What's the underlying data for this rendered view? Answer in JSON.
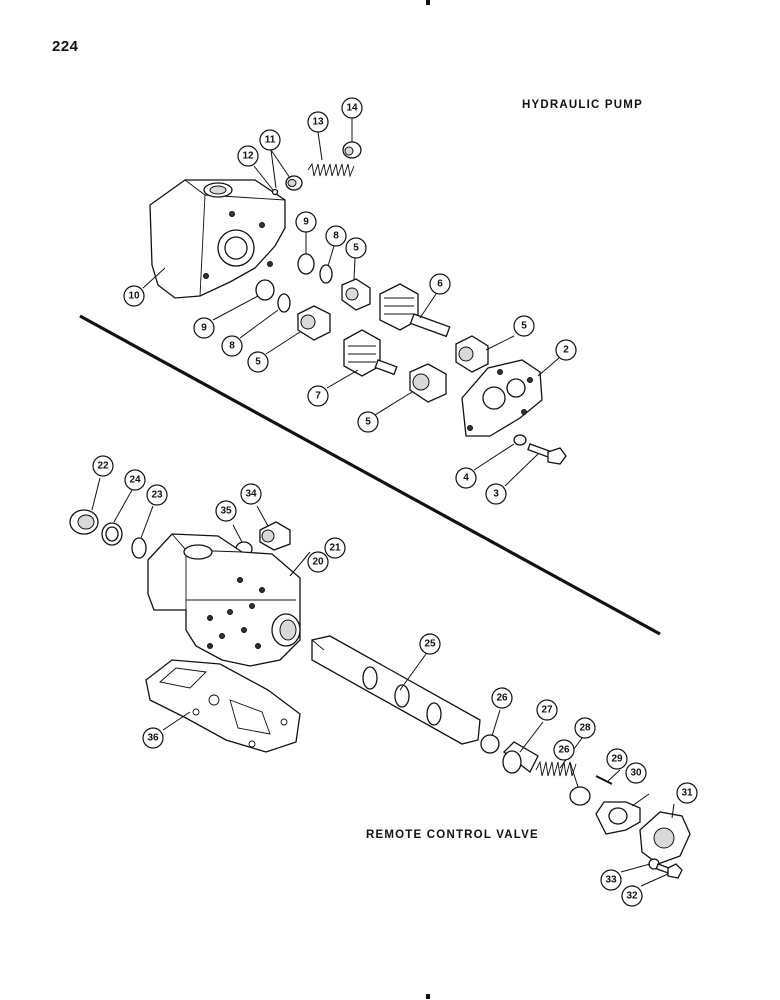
{
  "page_number": "224",
  "sections": {
    "pump_title": "HYDRAULIC PUMP",
    "valve_title": "REMOTE CONTROL VALVE"
  },
  "callouts": [
    {
      "id": "c14",
      "label": "14"
    },
    {
      "id": "c13",
      "label": "13"
    },
    {
      "id": "c12",
      "label": "12"
    },
    {
      "id": "c11",
      "label": "11"
    },
    {
      "id": "c10",
      "label": "10"
    },
    {
      "id": "c9a",
      "label": "9"
    },
    {
      "id": "c8a",
      "label": "8"
    },
    {
      "id": "c5a",
      "label": "5"
    },
    {
      "id": "c6",
      "label": "6"
    },
    {
      "id": "c9b",
      "label": "9"
    },
    {
      "id": "c8b",
      "label": "8"
    },
    {
      "id": "c5b",
      "label": "5"
    },
    {
      "id": "c5c",
      "label": "5"
    },
    {
      "id": "c2",
      "label": "2"
    },
    {
      "id": "c7",
      "label": "7"
    },
    {
      "id": "c5d",
      "label": "5"
    },
    {
      "id": "c4",
      "label": "4"
    },
    {
      "id": "c3",
      "label": "3"
    },
    {
      "id": "c22",
      "label": "22"
    },
    {
      "id": "c24",
      "label": "24"
    },
    {
      "id": "c23",
      "label": "23"
    },
    {
      "id": "c34",
      "label": "34"
    },
    {
      "id": "c35",
      "label": "35"
    },
    {
      "id": "c20",
      "label": "20"
    },
    {
      "id": "c21",
      "label": "21"
    },
    {
      "id": "c25",
      "label": "25"
    },
    {
      "id": "c36",
      "label": "36"
    },
    {
      "id": "c26a",
      "label": "26"
    },
    {
      "id": "c27",
      "label": "27"
    },
    {
      "id": "c28",
      "label": "28"
    },
    {
      "id": "c26b",
      "label": "26"
    },
    {
      "id": "c29",
      "label": "29"
    },
    {
      "id": "c30",
      "label": "30"
    },
    {
      "id": "c31",
      "label": "31"
    },
    {
      "id": "c33",
      "label": "33"
    },
    {
      "id": "c32",
      "label": "32"
    }
  ]
}
